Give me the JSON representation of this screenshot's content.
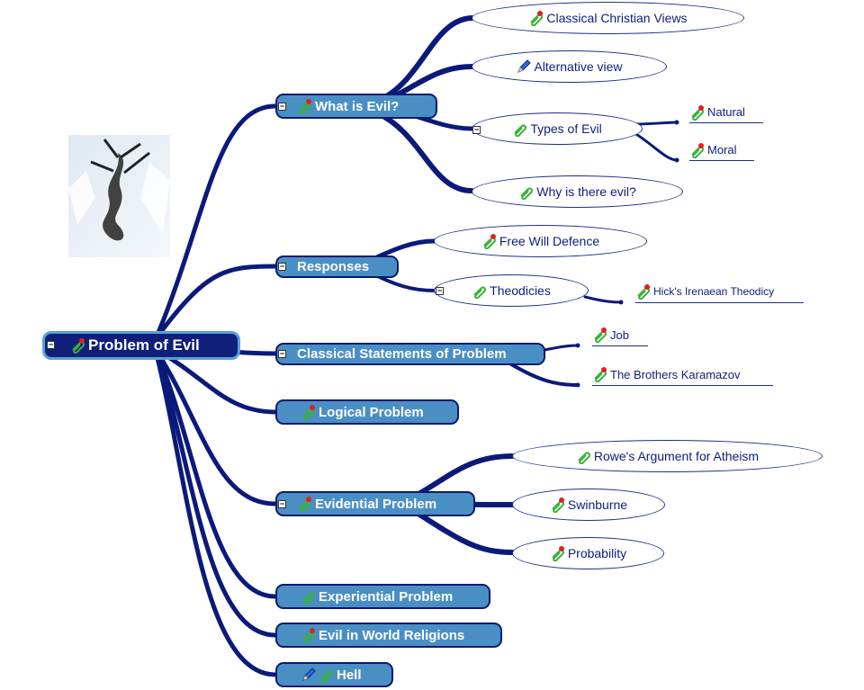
{
  "root": {
    "label": "Problem of Evil"
  },
  "branches": {
    "what_is_evil": {
      "label": "What is Evil?",
      "children": {
        "classical": "Classical Christian Views",
        "alternative": "Alternative view",
        "types": "Types of Evil",
        "types_natural": "Natural",
        "types_moral": "Moral",
        "why": "Why is there evil?"
      }
    },
    "responses": {
      "label": "Responses",
      "children": {
        "free_will": "Free Will Defence",
        "theodicies": "Theodicies",
        "hick": "Hick's Irenaean Theodicy"
      }
    },
    "classical_statements": {
      "label": "Classical Statements of Problem",
      "children": {
        "job": "Job",
        "brothers": "The Brothers Karamazov"
      }
    },
    "logical": {
      "label": "Logical Problem"
    },
    "evidential": {
      "label": "Evidential Problem",
      "children": {
        "rowe": "Rowe's Argument for Atheism",
        "swinburne": "Swinburne",
        "probability": "Probability"
      }
    },
    "experiential": {
      "label": "Experiential Problem"
    },
    "world_religions": {
      "label": "Evil in World Religions"
    },
    "hell": {
      "label": "Hell"
    }
  },
  "colors": {
    "branch": "#0b1a7a",
    "node_fill": "#4a8fc4",
    "root_fill": "#0f1f7a"
  }
}
